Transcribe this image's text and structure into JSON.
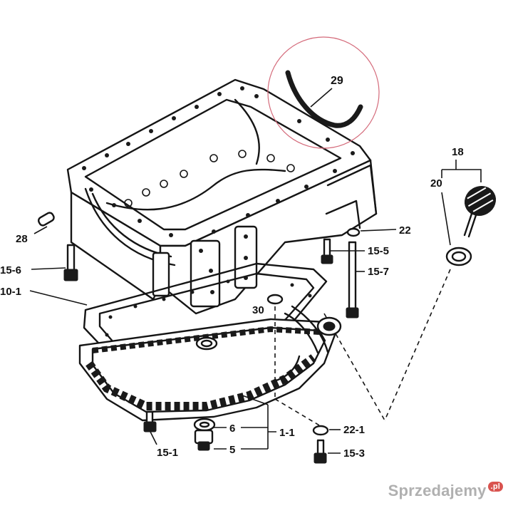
{
  "callouts": {
    "c29": "29",
    "c18": "18",
    "c20": "20",
    "c22": "22",
    "c28": "28",
    "c15_5": "15-5",
    "c15_6": "15-6",
    "c15_7": "15-7",
    "c10_1": "10-1",
    "c30": "30",
    "c6": "6",
    "c1_1": "1-1",
    "c5": "5",
    "c15_1": "15-1",
    "c22_1": "22-1",
    "c15_3": "15-3"
  },
  "watermark": {
    "text": "Sprzedajemy",
    "badge": ".pl"
  },
  "colors": {
    "ink": "#151515",
    "highlight_circle": "#d46a7a",
    "watermark": "#969696",
    "badge": "#d9534f"
  }
}
